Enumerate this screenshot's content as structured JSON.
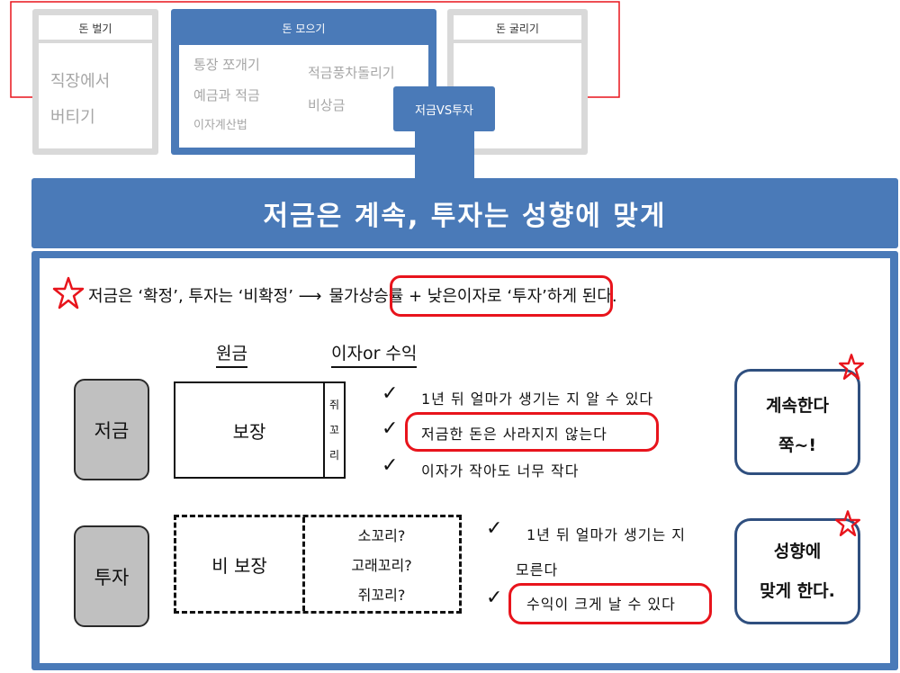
{
  "top_panels": {
    "earn": {
      "title": "돈 벌기",
      "line1": "직장에서",
      "line2": "버티기"
    },
    "save": {
      "title": "돈 모으기",
      "items_left": [
        "통장 쪼개기",
        "예금과 적금",
        "이자계산법"
      ],
      "items_right": [
        "적금풍차돌리기",
        "비상금"
      ],
      "active_tab": "저금VS투자"
    },
    "grow": {
      "title": "돈 굴리기"
    }
  },
  "banner": {
    "title": "저금은 계속, 투자는 성향에 맞게"
  },
  "intro": {
    "part1": "저금은 ‘확정’, 투자는 ‘비확정’ ⟶",
    "highlight": "물가상승률 + 낮은이자",
    "part2": "로 ‘투자’하게 된다."
  },
  "column_headers": {
    "principal": "원금",
    "interest": "이자or 수익"
  },
  "savings": {
    "label": "저금",
    "principal_text": "보장",
    "interest_chars": [
      "쥐",
      "꼬",
      "리"
    ],
    "points": [
      "1년 뒤 얼마가 생기는 지 알 수 있다",
      "저금한 돈은 사라지지 않는다",
      "이자가 작아도 너무 작다"
    ],
    "outcome": [
      "계속한다",
      "쭉~!"
    ]
  },
  "investment": {
    "label": "투자",
    "principal_text": "비 보장",
    "interest_lines": [
      "소꼬리?",
      "고래꼬리?",
      "쥐꼬리?"
    ],
    "points_line1": "1년 뒤 얼마가 생기는 지",
    "points_line1b": "모른다",
    "points_line2": "수익이 크게 날 수 있다",
    "outcome": [
      "성향에",
      "맞게 한다."
    ]
  },
  "colors": {
    "accent_blue": "#4a7ab8",
    "panel_gray": "#d9d9d9",
    "highlight_red": "#e8141c",
    "label_gray": "#c0c0c0",
    "outcome_border": "#2f4f7f"
  }
}
